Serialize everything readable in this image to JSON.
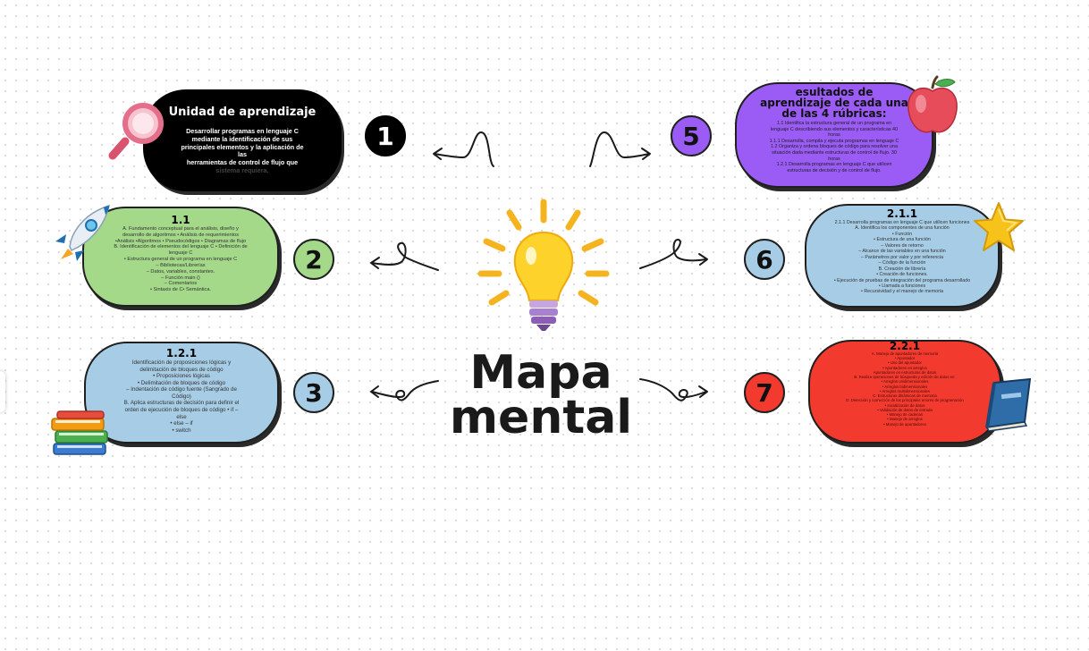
{
  "center": {
    "title_line1": "Mapa",
    "title_line2": "mental"
  },
  "numbers": {
    "n1": "1",
    "n2": "2",
    "n3": "3",
    "n5": "5",
    "n6": "6",
    "n7": "7"
  },
  "card1": {
    "title": "Unidad de aprendizaje",
    "lines": [
      "Desarrollar programas en lenguaje C",
      "mediante la identificación de sus",
      "principales elementos y la aplicación de",
      "las",
      "herramientas de control de flujo que",
      "sistema requiera."
    ]
  },
  "card2": {
    "title": "1.1",
    "lines": [
      "A. Fundamento conceptual para el análisis, diseño y",
      "desarrollo de algoritmos • Análisis de requerimientos",
      "•Análisis •Algoritmos • Pseudocódigos • Diagramas de flujo",
      "B. Identificación de elementos del lenguaje C • Definición de",
      "lenguaje C",
      "• Estructura general de un programa en lenguaje C",
      "– Bibliotecas/Librerías",
      "– Datos, variables, constantes.",
      "– Función main ()",
      "– Comentarios",
      "• Sintaxis de C• Semántica."
    ]
  },
  "card3": {
    "title": "1.2.1",
    "lines": [
      "Identificación de proposiciones lógicas y",
      "delimitación de bloques de código",
      "• Proposiciones lógicas",
      "• Delimitación de bloques de código",
      "– Indentación de código fuente (Sangrado de",
      "Código)",
      "B. Aplica estructuras de decisión para definir el",
      "orden de ejecución de bloques de código • if –",
      "else",
      "• else – if",
      "• switch"
    ]
  },
  "card5": {
    "title_lines": [
      "esultados de",
      "aprendizaje de cada una",
      "de las 4 rúbricas:"
    ],
    "lines": [
      "1.1 Identifica la estructura general de un programa en",
      "lenguaje C describiendo sus elementos y características 40",
      "horas",
      "1.1.1 Desarrolla, compila y ejecuta programas en lenguaje C",
      "1.2 Organiza y ordena bloques de código para resolver una",
      "situación dada mediante estructuras de control de flujo. 30",
      "horas",
      "1.2.1 Desarrolla programas en lenguaje C que utilicen",
      "estructuras de decisión y de control de flujo."
    ]
  },
  "card6": {
    "title": "2.1.1",
    "lines": [
      "2.1.1 Desarrolla programas en lenguaje C que utilicen funciones",
      "A. Identifica los componentes de una función",
      "• Función",
      "• Estructura de una función",
      "– Valores de retorno",
      "– Alcance de las variables en una función",
      "– Parámetros por valor y por referencia",
      "– Código de la función",
      "B. Creación de librería",
      "• Creación de funciones.",
      "• Ejecución de pruebas de integración del programa desarrollado",
      "• Llamada a funciones",
      "• Recursividad y el manejo de memoria"
    ]
  },
  "card7": {
    "title": "2.2.1",
    "lines": [
      "A. Manejo de apuntadores de memoria",
      "• Apuntador",
      "• Uso del apuntador",
      "• Apuntadores en arreglos",
      "Apuntadores en estructuras de datos",
      "B. Realiza operaciones de búsqueda y edición de datos en:",
      "• Arreglos unidimensionales",
      "• Arreglos bidimensionales",
      "• Arreglos multidimensionales",
      "C. Estructuras dinámicas de memoria",
      "D. Detección y corrección de los principales errores de programación",
      "• Inicialización de datos",
      "• Validación de datos de entrada",
      "• Manejo de cadenas",
      "• Manejo de arreglos",
      "• Manejo de apuntadores"
    ]
  },
  "colors": {
    "card1": "#000000",
    "card2": "#a4d98a",
    "card3": "#a7cde6",
    "card5": "#9b5cf6",
    "card6": "#a7cde6",
    "card7": "#f23a2f",
    "n1": "#000000",
    "n2": "#a4d98a",
    "n3": "#a7cde6",
    "n5": "#9b5cf6",
    "n6": "#a7cde6",
    "n7": "#f23a2f"
  },
  "icons": [
    "magnifier-icon",
    "rocket-icon",
    "books-icon",
    "apple-icon",
    "star-icon",
    "book-icon",
    "lightbulb-icon"
  ]
}
